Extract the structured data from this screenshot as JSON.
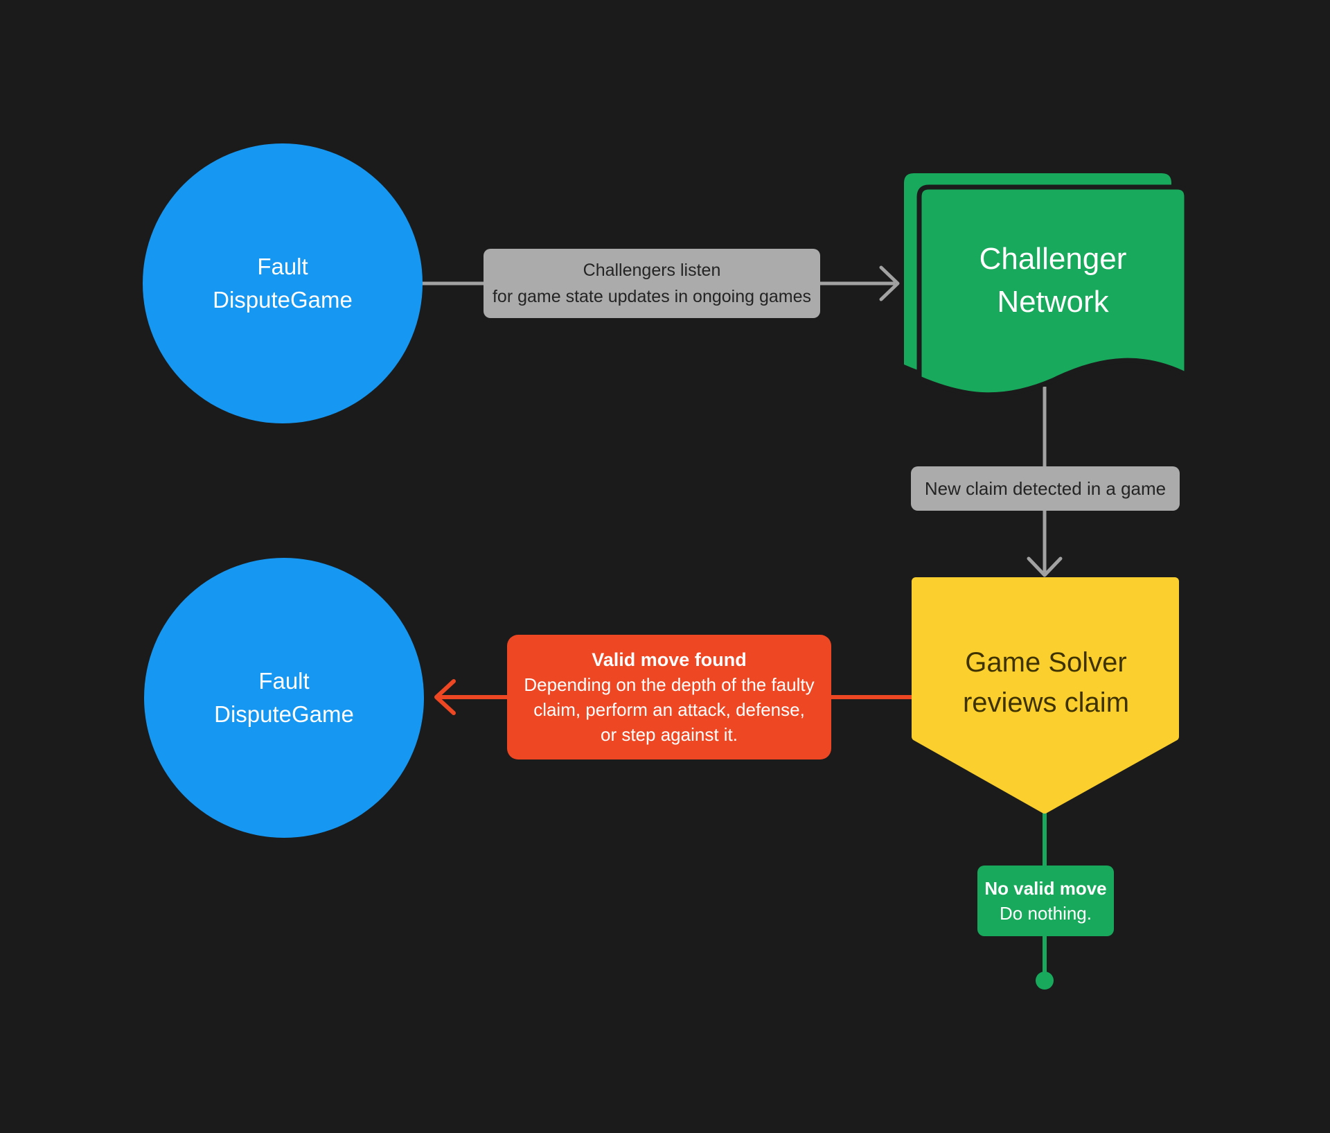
{
  "palette": {
    "background": "#1b1b1b",
    "blue": "#1697f1",
    "green": "#18a95c",
    "yellow": "#fbcf2d",
    "red": "#ee4723",
    "gray_label_bg": "#ababab",
    "gray_label_text": "#242424",
    "arrow_gray": "#a2a2a2",
    "yellow_shape_text": "#3e3300",
    "white": "#ffffff"
  },
  "nodes": {
    "fault_dispute_game_top": {
      "lines": [
        "Fault",
        "DisputeGame"
      ]
    },
    "challenger_network": {
      "lines": [
        "Challenger",
        "Network"
      ]
    },
    "game_solver": {
      "lines": [
        "Game Solver",
        "reviews claim"
      ]
    },
    "fault_dispute_game_bottom": {
      "lines": [
        "Fault",
        "DisputeGame"
      ]
    }
  },
  "labels": {
    "challengers_listen": {
      "lines": [
        "Challengers listen",
        "for game state updates in ongoing games"
      ]
    },
    "new_claim": {
      "text": "New claim detected in a game"
    },
    "valid_move": {
      "title": "Valid move found",
      "body_lines": [
        "Depending on the depth of the faulty",
        "claim, perform an attack, defense,",
        "or step against it."
      ]
    },
    "no_valid_move": {
      "title": "No valid move",
      "body": "Do nothing."
    }
  }
}
